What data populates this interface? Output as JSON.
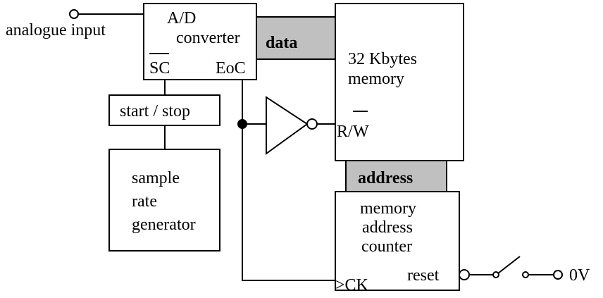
{
  "diagram": {
    "analogue_input": "analogue input",
    "adc": {
      "line1": "A/D",
      "line2": "converter",
      "sc": "SC",
      "eoc": "EoC"
    },
    "data_bus": "data",
    "memory": {
      "line1": "32 Kbytes",
      "line2": "memory",
      "rw_r": "R/",
      "rw_w": "W"
    },
    "start_stop": "start / stop",
    "sample_rate": {
      "line1": "sample",
      "line2": "rate",
      "line3": "generator"
    },
    "address_bus": "address",
    "counter": {
      "line1": "memory",
      "line2": "address",
      "line3": "counter",
      "ck": ">CK",
      "reset": "reset"
    },
    "ground": "0V",
    "colors": {
      "bus_fill": "#c0c0c0",
      "line": "#000000",
      "background": "#ffffff"
    }
  }
}
